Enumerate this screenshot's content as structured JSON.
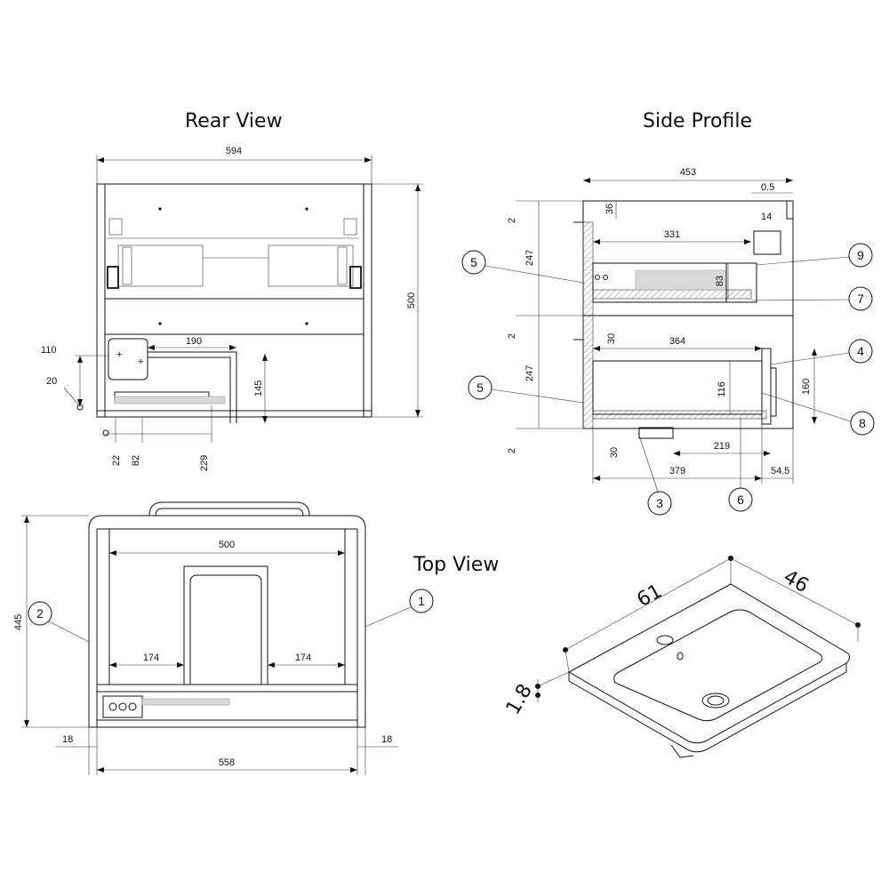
{
  "titles": {
    "rear_view": "Rear View",
    "side_profile": "Side Profile",
    "top_view": "Top View"
  },
  "rear_view": {
    "width": "594",
    "height": "500",
    "offset_110": "110",
    "offset_20": "20",
    "width_190": "190",
    "height_145": "145",
    "bottom_22": "22",
    "bottom_82": "82",
    "bottom_229": "229"
  },
  "side_profile": {
    "depth": "453",
    "gap_0_5": "0.5",
    "d_36": "36",
    "d_14": "14",
    "d_331": "331",
    "d_83": "83",
    "d_2_top": "2",
    "d_247_upper": "247",
    "d_2_mid": "2",
    "d_30_upper": "30",
    "d_364": "364",
    "d_247_lower": "247",
    "d_116": "116",
    "d_160": "160",
    "d_2_bottom": "2",
    "d_219": "219",
    "d_30_lower": "30",
    "d_379": "379",
    "d_54_5": "54.5",
    "callouts": {
      "c1": "5",
      "c2": "9",
      "c3": "7",
      "c4": "4",
      "c5": "5",
      "c6": "8",
      "c7": "3",
      "c8": "6"
    }
  },
  "top_view": {
    "inner_width": "500",
    "depth": "445",
    "left_174": "174",
    "right_174": "174",
    "side_left": "18",
    "side_right": "18",
    "width": "558",
    "callout_left": "2",
    "callout_right": "1"
  },
  "basin": {
    "width": "61",
    "depth": "46",
    "thickness": "1.8"
  }
}
